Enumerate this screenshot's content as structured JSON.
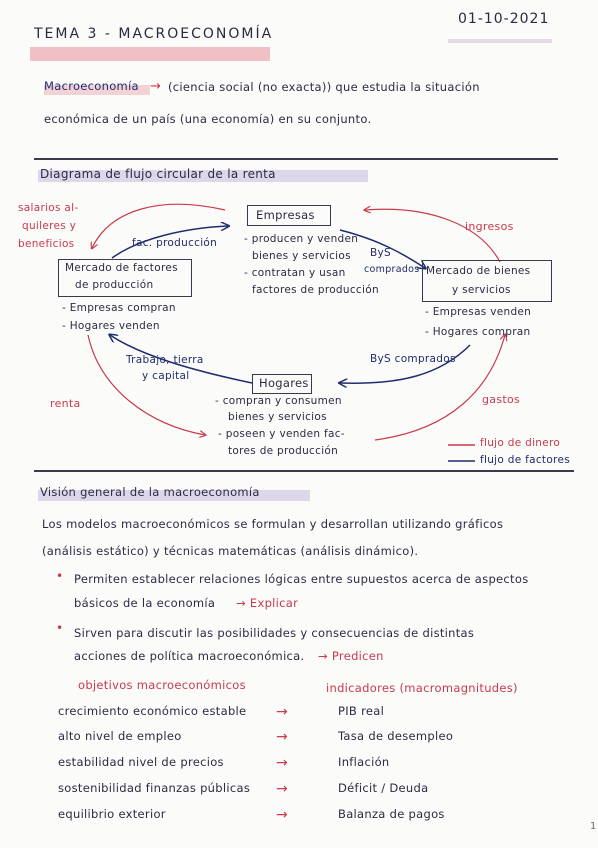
{
  "header": {
    "title": "TEMA 3 - MACROECONOMÍA",
    "date": "01-10-2021"
  },
  "definition": {
    "term": "Macroeconomía",
    "arrow": "→",
    "line1": "(ciencia social (no exacta)) que estudia la situación",
    "line2": "económica de un país (una economía) en su conjunto."
  },
  "diagram": {
    "heading": "Diagrama de flujo circular de la renta",
    "empresas": {
      "title": "Empresas",
      "items": [
        "- producen y venden",
        "bienes y servicios",
        "- contratan y usan",
        "factores de producción"
      ]
    },
    "mercado_factores": {
      "title_line1": "Mercado de factores",
      "title_line2": "de producción",
      "items": [
        "- Empresas compran",
        "- Hogares venden"
      ]
    },
    "mercado_bienes": {
      "title_line1": "Mercado de bienes",
      "title_line2": "y servicios",
      "items": [
        "- Empresas venden",
        "- Hogares compran"
      ]
    },
    "hogares": {
      "title": "Hogares",
      "items": [
        "- compran y consumen",
        "bienes y servicios",
        "- poseen y venden fac-",
        "tores de producción"
      ]
    },
    "labels": {
      "salarios_1": "salarios al-",
      "salarios_2": "quileres y",
      "salarios_3": "beneficios",
      "fac_producc": "fac. producción",
      "bys_1": "ByS",
      "bys_2": "comprados",
      "ingresos": "ingresos",
      "trabajo_1": "Trabajo, tierra",
      "trabajo_2": "y capital",
      "bys_comprados": "ByS comprados",
      "renta": "renta",
      "gastos": "gastos"
    },
    "legend": {
      "money": "flujo de dinero",
      "factors": "flujo de factores"
    },
    "colors": {
      "money": "#c93a4d",
      "factors": "#1f2c6e"
    }
  },
  "vision": {
    "heading": "Visión general de la macroeconomía",
    "intro_1": "Los modelos macroeconómicos se formulan y desarrollan utilizando gráficos",
    "intro_2": "(análisis estático) y técnicas matemáticas (análisis dinámico).",
    "bullet1_1": "Permiten establecer relaciones lógicas entre supuestos acerca de aspectos",
    "bullet1_2": "básicos de la economía",
    "bullet1_arrow": "→ Explicar",
    "bullet2_1": "Sirven para discutir las posibilidades y consecuencias de distintas",
    "bullet2_2": "acciones de política macroeconómica.",
    "bullet2_arrow": "→ Predicen",
    "col_objetivos": "objetivos macroeconómicos",
    "col_indicadores": "indicadores (macromagnitudes)",
    "rows": [
      {
        "objetivo": "crecimiento económico estable",
        "indicador": "PIB real"
      },
      {
        "objetivo": "alto nivel de empleo",
        "indicador": "Tasa de desempleo"
      },
      {
        "objetivo": "estabilidad nivel de precios",
        "indicador": "Inflación"
      },
      {
        "objetivo": "sostenibilidad finanzas públicas",
        "indicador": "Déficit / Deuda"
      },
      {
        "objetivo": "equilibrio exterior",
        "indicador": "Balanza de pagos"
      }
    ],
    "row_arrow": "→"
  },
  "page_mark": "1"
}
